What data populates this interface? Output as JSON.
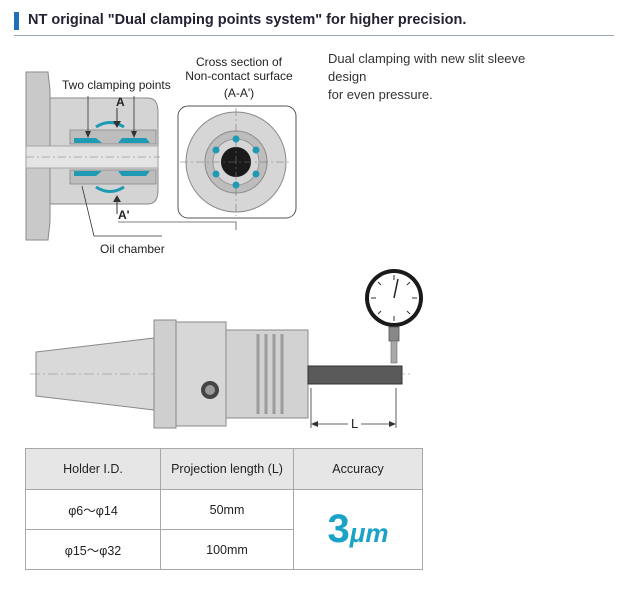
{
  "header": {
    "title": "NT original \"Dual clamping points system\" for higher precision.",
    "bar_color": "#1f6fb9"
  },
  "description": {
    "lines": [
      "Dual clamping with new slit sleeve",
      "design",
      "for even pressure."
    ]
  },
  "diagram_top": {
    "two_clamping_points": "Two clamping points",
    "section_a": "A",
    "section_a_prime": "A'",
    "cross_section_line1": "Cross section of",
    "cross_section_line2": "Non-contact surface",
    "cross_section_ref": "(A-A')",
    "oil_chamber": "Oil chamber",
    "accent_color": "#1f9ab5"
  },
  "diagram_bottom": {
    "dimension_label": "L"
  },
  "table": {
    "headers": [
      "Holder I.D.",
      "Projection length (L)",
      "Accuracy"
    ],
    "rows": [
      {
        "holder_id": "φ6〜φ14",
        "projection": "50mm"
      },
      {
        "holder_id": "φ15〜φ32",
        "projection": "100mm"
      }
    ],
    "accuracy_value": "3",
    "accuracy_unit": "μm",
    "accuracy_color": "#1aa3c7"
  }
}
